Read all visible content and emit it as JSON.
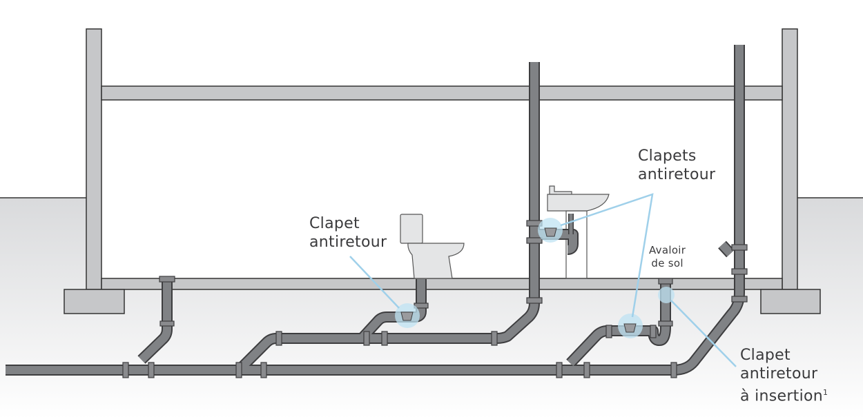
{
  "labels": {
    "toilet_valve": [
      "Clapet",
      "antiretour"
    ],
    "sink_valves": [
      "Clapets",
      "antiretour"
    ],
    "floor_drain": [
      "Avaloir",
      "de sol"
    ],
    "insert_valve": [
      "Clapet",
      "antiretour",
      "à insertion",
      "1"
    ]
  },
  "colors": {
    "pipe": "#808285",
    "pipe_outline": "#3d3d3f",
    "structure": "#c6c7c9",
    "valve_highlight": "#bfe3f3",
    "callout_line": "#9fd0ea",
    "text": "#3a3a3c"
  }
}
